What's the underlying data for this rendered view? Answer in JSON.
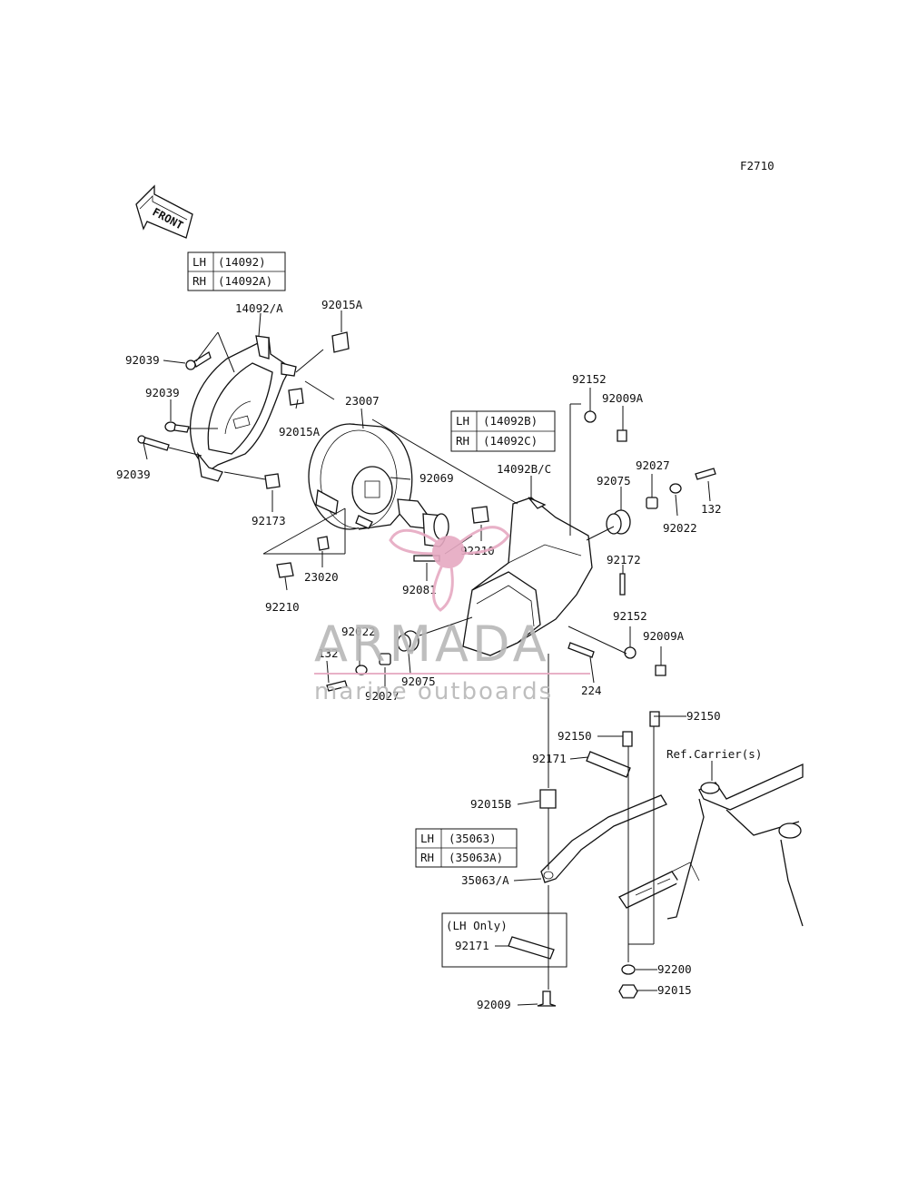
{
  "figure_code": "F2710",
  "front_arrow_label": "FRONT",
  "tables": {
    "headlight_housing_top": {
      "rows": [
        {
          "side": "LH",
          "part": "(14092)"
        },
        {
          "side": "RH",
          "part": "(14092A)"
        }
      ]
    },
    "headlight_housing_right": {
      "rows": [
        {
          "side": "LH",
          "part": "(14092B)"
        },
        {
          "side": "RH",
          "part": "(14092C)"
        }
      ]
    },
    "bracket": {
      "rows": [
        {
          "side": "LH",
          "part": "(35063)"
        },
        {
          "side": "RH",
          "part": "(35063A)"
        }
      ]
    }
  },
  "lh_only_box": {
    "title": "(LH Only)",
    "part": "92171"
  },
  "ref_label": "Ref.Carrier(s)",
  "part_labels": {
    "p14092_a": "14092/A",
    "p92015a_top": "92015A",
    "p92039_1": "92039",
    "p92039_2": "92039",
    "p92039_3": "92039",
    "p92015a_mid": "92015A",
    "p23007": "23007",
    "p92173": "92173",
    "p92069": "92069",
    "p92210_right": "92210",
    "p92210_left": "92210",
    "p23020": "23020",
    "p92081": "92081",
    "p14092b_c": "14092B/C",
    "p92152_top": "92152",
    "p92009a_top": "92009A",
    "p92027_right": "92027",
    "p92075_right": "92075",
    "p132_right": "132",
    "p92022_right": "92022",
    "p92172": "92172",
    "p92152_bottom": "92152",
    "p92009a_bottom": "92009A",
    "p224": "224",
    "p92022_left": "92022",
    "p132_left": "132",
    "p92027_left": "92027",
    "p92075_left": "92075",
    "p92150_right": "92150",
    "p92150_left": "92150",
    "p92171": "92171",
    "p92015b": "92015B",
    "p35063_a": "35063/A",
    "p92200": "92200",
    "p92015": "92015",
    "p92009": "92009"
  },
  "watermark": {
    "brand": "ARMADA",
    "tagline": "marine outboards",
    "logo_color": "#e6a9c2",
    "text_color": "#b8b8b8"
  }
}
